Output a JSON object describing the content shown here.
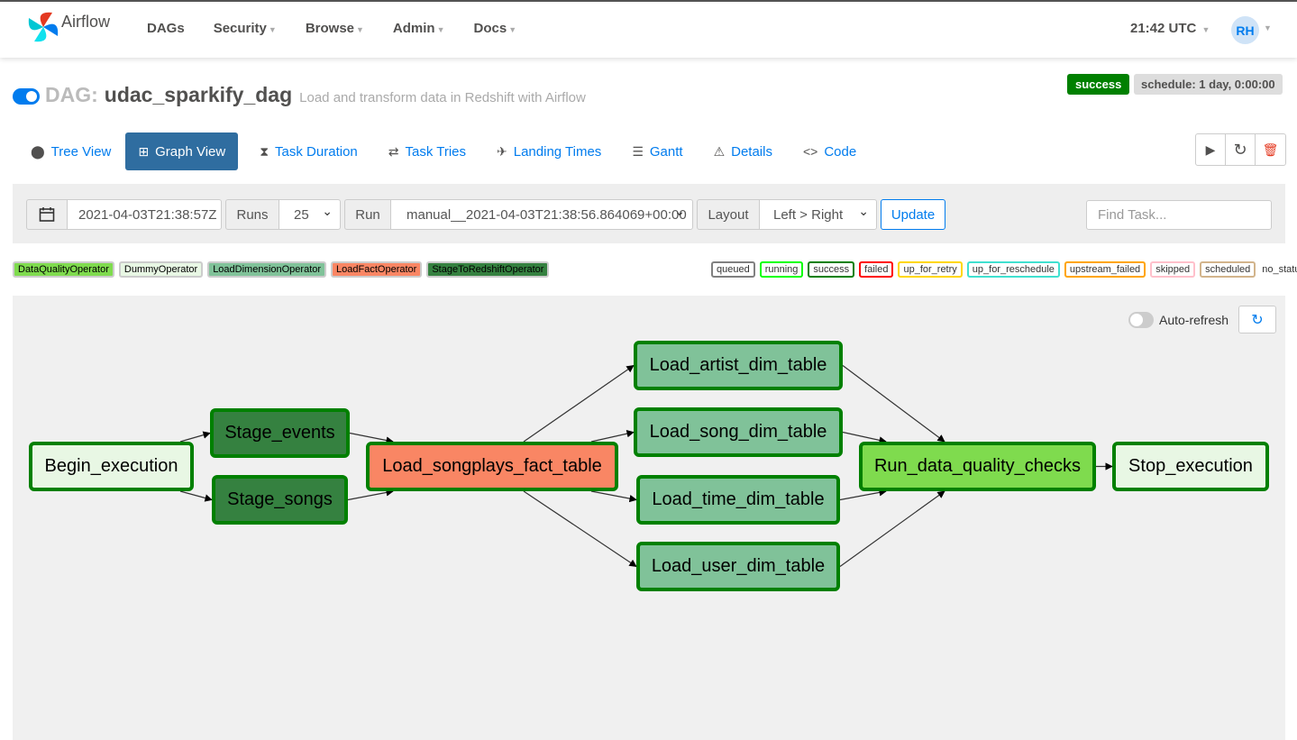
{
  "navbar": {
    "brand": "Airflow",
    "items": [
      {
        "label": "DAGs",
        "dropdown": false
      },
      {
        "label": "Security",
        "dropdown": true
      },
      {
        "label": "Browse",
        "dropdown": true
      },
      {
        "label": "Admin",
        "dropdown": true
      },
      {
        "label": "Docs",
        "dropdown": true
      }
    ],
    "clock": "21:42 UTC",
    "avatar": "RH"
  },
  "dag": {
    "prefix": "DAG:",
    "name": "udac_sparkify_dag",
    "description": "Load and transform data in Redshift with Airflow",
    "state": "success",
    "schedule": "schedule: 1 day, 0:00:00"
  },
  "tabs": [
    {
      "label": "Tree View",
      "icon": "tree-icon"
    },
    {
      "label": "Graph View",
      "icon": "graph-icon",
      "active": true
    },
    {
      "label": "Task Duration",
      "icon": "hourglass-icon"
    },
    {
      "label": "Task Tries",
      "icon": "retry-icon"
    },
    {
      "label": "Landing Times",
      "icon": "landing-icon"
    },
    {
      "label": "Gantt",
      "icon": "gantt-icon"
    },
    {
      "label": "Details",
      "icon": "warning-icon"
    },
    {
      "label": "Code",
      "icon": "code-icon"
    }
  ],
  "filters": {
    "base_date": "2021-04-03T21:38:57Z",
    "runs_label": "Runs",
    "runs_value": "25",
    "run_label": "Run",
    "run_value": "manual__2021-04-03T21:38:56.864069+00:00",
    "layout_label": "Layout",
    "layout_value": "Left > Right",
    "update_label": "Update",
    "find_placeholder": "Find Task..."
  },
  "operator_legend": [
    {
      "label": "DataQualityOperator",
      "color": "#7fdb4e"
    },
    {
      "label": "DummyOperator",
      "color": "#e8f7e4"
    },
    {
      "label": "LoadDimensionOperator",
      "color": "#80c299"
    },
    {
      "label": "LoadFactOperator",
      "color": "#f98664"
    },
    {
      "label": "StageToRedshiftOperator",
      "color": "#358140"
    }
  ],
  "state_legend": [
    {
      "label": "queued",
      "color": "#808080"
    },
    {
      "label": "running",
      "color": "#00ff00"
    },
    {
      "label": "success",
      "color": "#008000"
    },
    {
      "label": "failed",
      "color": "#ff0000"
    },
    {
      "label": "up_for_retry",
      "color": "#ffd700"
    },
    {
      "label": "up_for_reschedule",
      "color": "#40e0d0"
    },
    {
      "label": "upstream_failed",
      "color": "#ffa500"
    },
    {
      "label": "skipped",
      "color": "#ffc0cb"
    },
    {
      "label": "scheduled",
      "color": "#d2b48c"
    },
    {
      "label": "no_status",
      "color": ""
    }
  ],
  "graph": {
    "autorefresh_label": "Auto-refresh",
    "nodes": [
      {
        "id": "begin",
        "label": "Begin_execution",
        "color": "#e8f7e4"
      },
      {
        "id": "stage_events",
        "label": "Stage_events",
        "color": "#358140"
      },
      {
        "id": "stage_songs",
        "label": "Stage_songs",
        "color": "#358140"
      },
      {
        "id": "songplays",
        "label": "Load_songplays_fact_table",
        "color": "#f98664"
      },
      {
        "id": "artist",
        "label": "Load_artist_dim_table",
        "color": "#80c299"
      },
      {
        "id": "song",
        "label": "Load_song_dim_table",
        "color": "#80c299"
      },
      {
        "id": "time",
        "label": "Load_time_dim_table",
        "color": "#80c299"
      },
      {
        "id": "user",
        "label": "Load_user_dim_table",
        "color": "#80c299"
      },
      {
        "id": "quality",
        "label": "Run_data_quality_checks",
        "color": "#7fdb4e"
      },
      {
        "id": "stop",
        "label": "Stop_execution",
        "color": "#e8f7e4"
      }
    ],
    "edges": [
      [
        "begin",
        "stage_events"
      ],
      [
        "begin",
        "stage_songs"
      ],
      [
        "stage_events",
        "songplays"
      ],
      [
        "stage_songs",
        "songplays"
      ],
      [
        "songplays",
        "artist"
      ],
      [
        "songplays",
        "song"
      ],
      [
        "songplays",
        "time"
      ],
      [
        "songplays",
        "user"
      ],
      [
        "artist",
        "quality"
      ],
      [
        "song",
        "quality"
      ],
      [
        "time",
        "quality"
      ],
      [
        "user",
        "quality"
      ],
      [
        "quality",
        "stop"
      ]
    ],
    "status_color": "#008000"
  }
}
